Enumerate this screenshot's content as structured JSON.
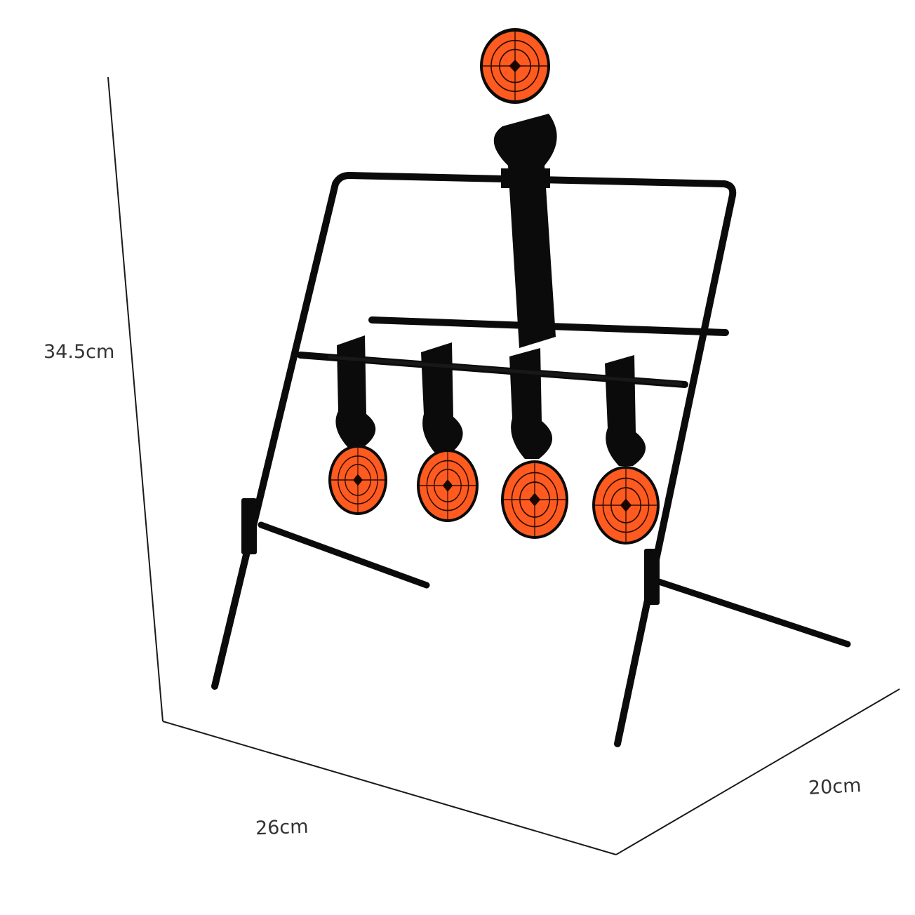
{
  "product": {
    "subject": "spinner shooting target stand",
    "target_count": 5,
    "colors": {
      "frame": "#0b0b0b",
      "target_face": "#ff5a1f",
      "target_lines": "#2a0c00",
      "dimension_lines": "#1a1a1a",
      "background": "#ffffff"
    }
  },
  "dimensions": {
    "height_label": "34.5cm",
    "width_label": "26cm",
    "depth_label": "20cm"
  }
}
